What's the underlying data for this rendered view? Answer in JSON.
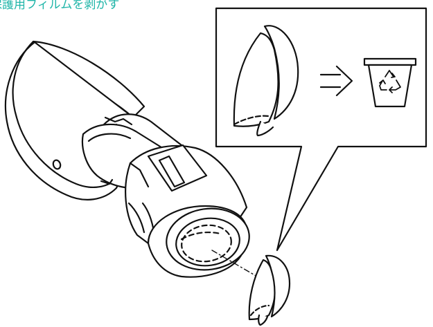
{
  "caption": "保護用フィルムを剥がす",
  "colors": {
    "caption": "#1fb5a8",
    "line": "#111111",
    "fill": "#ffffff"
  },
  "icons": [
    "camera",
    "lens-protective-film",
    "arrow-right",
    "recycle-bin"
  ]
}
